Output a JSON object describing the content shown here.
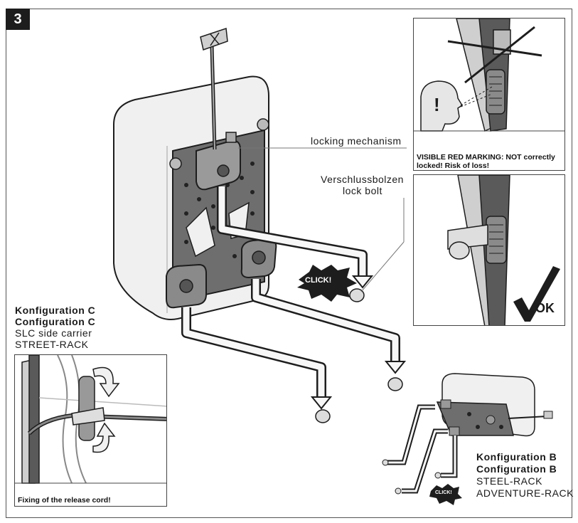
{
  "step_number": "3",
  "labels": {
    "locking_mechanism": "locking mechanism",
    "lock_bolt_de": "Verschlussbolzen",
    "lock_bolt_en": "lock bolt",
    "click": "CLICK!"
  },
  "warning_panel": {
    "caption_line1": "VISIBLE RED MARKING: NOT correctly",
    "caption_line2": "locked! Risk of loss!"
  },
  "ok_panel": {
    "ok_text": "OK"
  },
  "config_c": {
    "line1": "Konfiguration C",
    "line2": "Configuration C",
    "line3": "SLC side carrier",
    "line4": "STREET-RACK",
    "caption": "Fixing of the release cord!"
  },
  "config_b": {
    "line1": "Konfiguration B",
    "line2": "Configuration B",
    "line3": "STEEL-RACK",
    "line4": "ADVENTURE-RACK",
    "click": "CLICK!"
  },
  "colors": {
    "plate": "#6e6e6e",
    "case": "#efefef",
    "outline": "#1d1d1d",
    "bolt_area": "#4a4a4a"
  }
}
